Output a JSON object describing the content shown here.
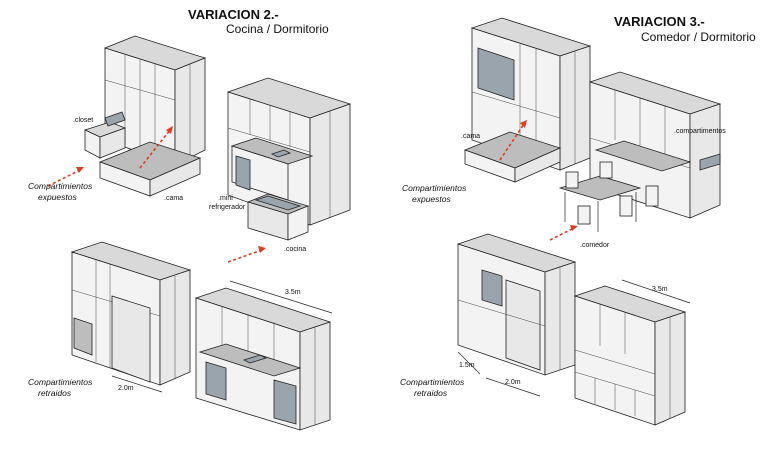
{
  "variation2": {
    "title": "VARIACION 2.-",
    "subtitle": "Cocina / Dormitorio",
    "labels": {
      "closet": ".closet",
      "cama": ".cama",
      "mini_refrigerador_1": ".mini",
      "mini_refrigerador_2": "refrigerador",
      "cocina": ".cocina"
    },
    "captions": {
      "expuestos_1": "Compartimientos",
      "expuestos_2": "expuestos",
      "retraidos_1": "Compartimientos",
      "retraidos_2": "retraidos"
    },
    "dimensions": {
      "width": "2.0m",
      "length": "3.5m"
    }
  },
  "variation3": {
    "title": "VARIACION 3.-",
    "subtitle": "Comedor / Dormitorio",
    "labels": {
      "cama": ".cama",
      "compartimentos": ".compartimentos",
      "comedor": ".comedor"
    },
    "captions": {
      "expuestos_1": "Compartimientos",
      "expuestos_2": "expuestos",
      "retraidos_1": "Compartimientos",
      "retraidos_2": "retraidos"
    },
    "dimensions": {
      "depth": "1.5m",
      "width": "2.0m",
      "length": "3.5m"
    }
  },
  "colors": {
    "arrow": "#e03c1e",
    "panel_light": "#f3f3f3",
    "panel_mid": "#d9d9d9",
    "panel_dark": "#bdbdbd",
    "glass": "#9aa4ad"
  }
}
